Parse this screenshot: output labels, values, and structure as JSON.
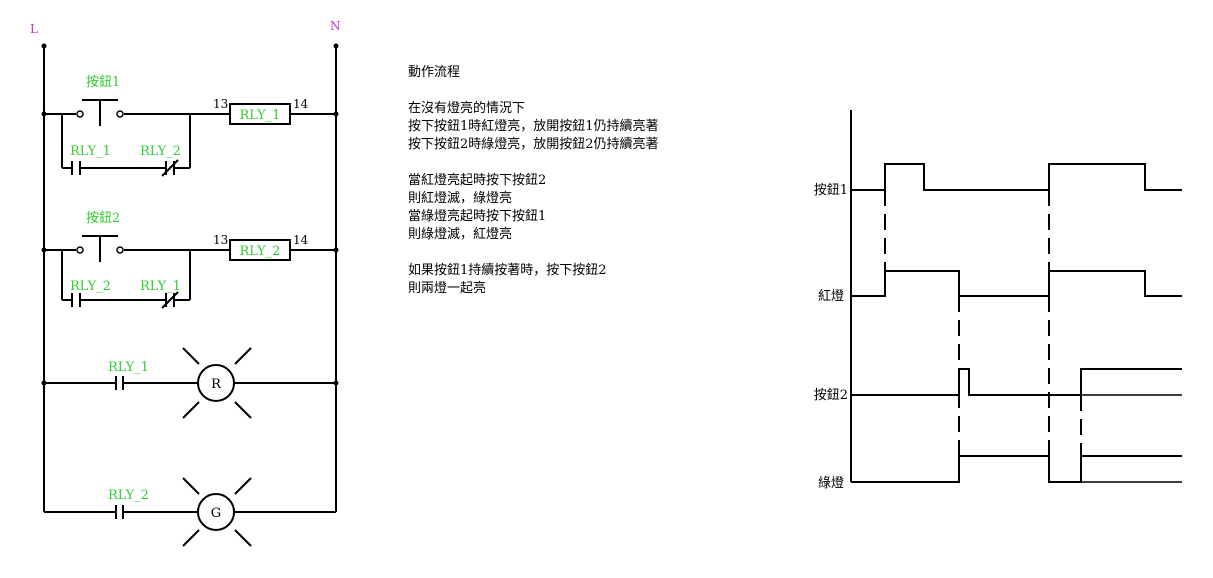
{
  "ladder": {
    "rail_left_label": "L",
    "rail_right_label": "N",
    "rung1": {
      "button_label": "按鈕1",
      "coil_label": "RLY_1",
      "terminal_a": "13",
      "terminal_b": "14",
      "contact_no_label": "RLY_1",
      "contact_nc_label": "RLY_2"
    },
    "rung2": {
      "button_label": "按鈕2",
      "coil_label": "RLY_2",
      "terminal_a": "13",
      "terminal_b": "14",
      "contact_no_label": "RLY_2",
      "contact_nc_label": "RLY_1"
    },
    "lamp_red": {
      "contact_label": "RLY_1",
      "lamp_letter": "R"
    },
    "lamp_green": {
      "contact_label": "RLY_2",
      "lamp_letter": "G"
    },
    "colors": {
      "label_green": "#33cc33",
      "rail_magenta": "#cc33cc",
      "line": "#000000"
    }
  },
  "notes": {
    "title": "動作流程",
    "para1": [
      "在沒有燈亮的情況下",
      "按下按鈕1時紅燈亮，放開按鈕1仍持續亮著",
      "按下按鈕2時綠燈亮，放開按鈕2仍持續亮著"
    ],
    "para2": [
      "當紅燈亮起時按下按鈕2",
      "則紅燈滅，綠燈亮",
      "當綠燈亮起時按下按鈕1",
      "則綠燈滅，紅燈亮"
    ],
    "para3": [
      "如果按鈕1持續按著時，按下按鈕2",
      "則兩燈一起亮"
    ]
  },
  "timing": {
    "signals": [
      "按鈕1",
      "紅燈",
      "按鈕2",
      "綠燈"
    ]
  }
}
